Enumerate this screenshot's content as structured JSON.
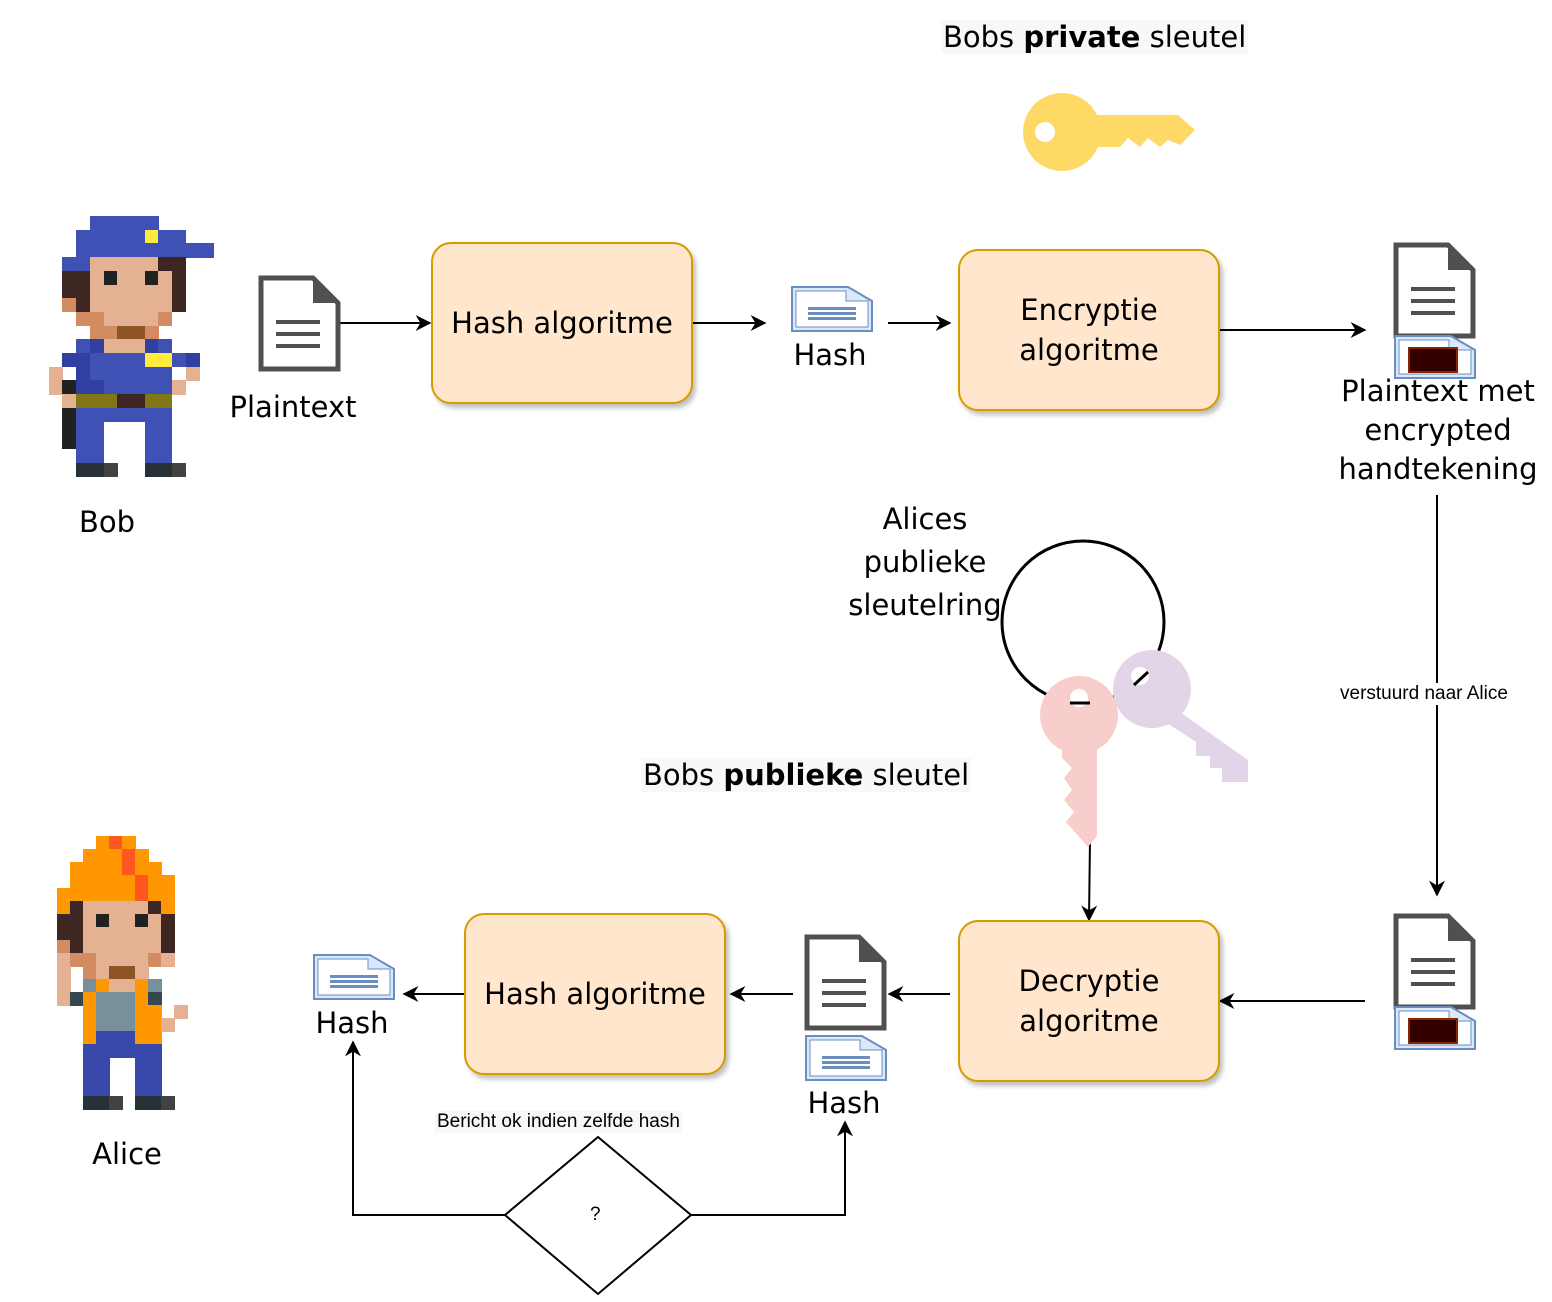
{
  "diagram": {
    "actors": {
      "bob": {
        "label": "Bob"
      },
      "alice": {
        "label": "Alice"
      }
    },
    "keys": {
      "private_key_label": {
        "prefix": "Bobs ",
        "bold": "private",
        "suffix": " sleutel"
      },
      "public_key_label": {
        "prefix": "Bobs ",
        "bold": "publieke",
        "suffix": " sleutel"
      },
      "keyring_label": [
        "Alices",
        "publieke",
        "sleutelring"
      ],
      "colors": {
        "private_key": "#ffd966",
        "bob_public_key": "#f8cecc",
        "other_public_key": "#e1d5e7"
      }
    },
    "sender_flow": {
      "plaintext_label": "Plaintext",
      "hash_box": "Hash algoritme",
      "hash_label": "Hash",
      "encrypt_box": [
        "Encryptie",
        "algoritme"
      ],
      "signed_doc_label": [
        "Plaintext met",
        "encrypted",
        "handtekening"
      ]
    },
    "transfer_label": "verstuurd naar Alice",
    "receiver_flow": {
      "decrypt_box": [
        "Decryptie",
        "algoritme"
      ],
      "decrypted_hash_label": "Hash",
      "hash_box": "Hash algoritme",
      "computed_hash_label": "Hash",
      "compare_label": "Bericht ok indien zelfde hash",
      "decision_symbol": "?"
    },
    "colors": {
      "box_fill": "#ffe6cc",
      "box_stroke": "#d79b00",
      "doc_icon": "#505050",
      "hash_icon": "#6c8ebf",
      "hash_icon_fill": "#dae8fc",
      "signature_fill": "#330000"
    }
  }
}
